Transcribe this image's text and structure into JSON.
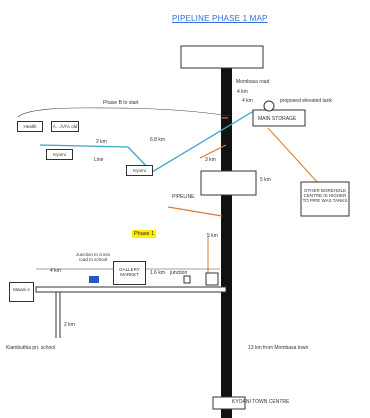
{
  "title": "PIPELINE PHASE 1 MAP",
  "labels": {
    "mombasa_road": "Mombasa road",
    "dist_top": "4 km",
    "proposed_tank": "proposed elevated tank",
    "main_storage": "MAIN STORAGE",
    "phase_b": "Phase B to start",
    "dist_diag": "6.8 km",
    "dist_mid": "3 km",
    "dist_right_box": "5 km",
    "pipeline": "PIPELINE",
    "dist_lower": "5 km",
    "yellow_tag": "Phase 1",
    "dist_left_branch": "4 km",
    "dist_branch_mid": "1.6 km",
    "kiambu_school": "Kiambuthia pri. school",
    "dist_from_town": "13 km from Mombasa town",
    "town_centre": "KYOANI TOWN CENTRE",
    "junction": "junction",
    "sub_line": "2 km",
    "line_note": "Line"
  },
  "boxes": {
    "b1": "Health",
    "b2": "Ã…ÂÂ½ old",
    "b3": "Kyomi",
    "b4": "Kyomi",
    "b5": "Mwani e",
    "b6": "GALLERY MARKET",
    "small_note": "Junction to cross road to school"
  },
  "callout": "OTHER BOREHOLE CENTRE IS HIGHER TO PIPE WAS TANKS",
  "colors": {
    "road": "#111111",
    "pipe_blue": "#3aa6c8",
    "pipe_orange": "#e07a2e",
    "title_blue": "#2f6fd6",
    "highlight": "#ffee00"
  }
}
